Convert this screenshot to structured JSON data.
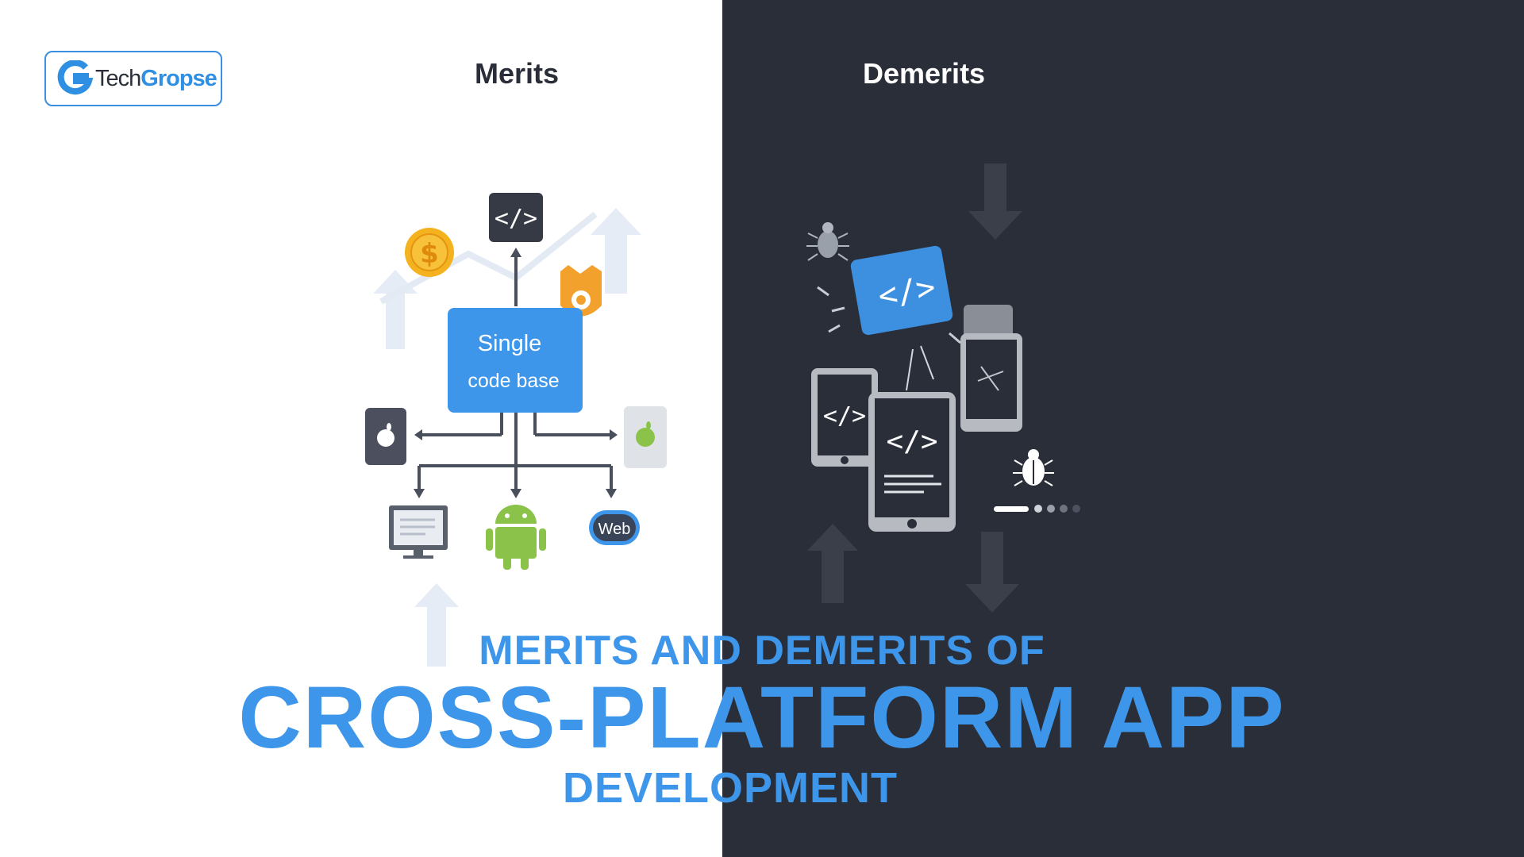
{
  "brand": {
    "name_part1": "Tech",
    "name_part2": "Gropse"
  },
  "headings": {
    "merits": "Merits",
    "demerits": "Demerits"
  },
  "diagram": {
    "center_line1": "Single",
    "center_line2": "code base",
    "code_symbol": "</>",
    "dollar_symbol": "$",
    "web_label": "Web"
  },
  "title": {
    "line1": "MERITS AND DEMERITS OF",
    "line2": "CROSS-PLATFORM APP",
    "line3": "DEVELOPMENT"
  },
  "colors": {
    "accent": "#3d96ea",
    "dark": "#2a2e38",
    "coin": "#f2a71b",
    "android": "#8bc34a"
  }
}
